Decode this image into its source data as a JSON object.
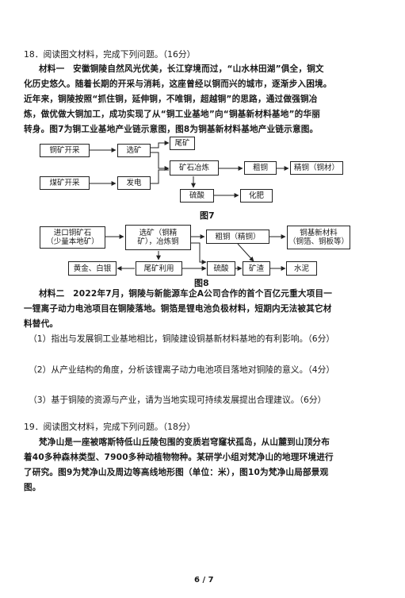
{
  "q18": {
    "heading": "18．阅读图文材料，完成下列问题。（16分）",
    "m1": [
      "材料一　安徽铜陵自然风光优美，长江穿境而过，“山水林田湖”俱全，铜文",
      "化历史悠久。随着长期的开采与消耗，这座曾经以铜而兴的城市，逐渐步入困境。",
      "近年来，铜陵按照“抓住铜，延伸铜，不唯铜，超越铜”的思路，通过做强铜冶",
      "炼，做优做大铜加工，成功实现了从“铜工业基地”向“铜基新材料基地”的华丽",
      "转身。图7为铜工业基地产业链示意图，图8为铜基新材料基地产业链示意图。"
    ],
    "fig7": {
      "label": "图7",
      "b1": "铜矿开采",
      "b2": "选矿",
      "b3": "尾矿",
      "b4": "煤矿开采",
      "b5": "发电",
      "b6": "矿石冶炼",
      "b7": "粗铜",
      "b8": "精铜（铜材）",
      "b9": "硫酸",
      "b10": "化肥"
    },
    "fig8": {
      "label": "图8",
      "c1a": "进口铜矿石",
      "c1b": "（少量本地矿）",
      "c2a": "选矿（铜精",
      "c2b": "矿），冶炼铜",
      "c3": "粗铜（精铜）",
      "c4a": "铜基新材料",
      "c4b": "（铜箔、铜板等）",
      "c5": "黄金、白银",
      "c6": "尾矿利用",
      "c7": "硫酸",
      "c8": "矿渣",
      "c9": "水泥"
    },
    "m2": [
      "材料二　2022年7月，铜陵与新能源车企A公司合作的首个百亿元重大项目一",
      "一锂离子动力电池项目在铜陵落地。铜箔是锂电池负极材料，短期内无法被其它材",
      "料替代。"
    ],
    "questions": [
      "（1）指出与发展铜工业基地相比，铜陵建设铜基新材料基地的有利影响。（6分）",
      "（2）从产业结构的角度，分析该锂离子动力电池项目落地对铜陵的意义。（4分）",
      "（3）基于铜陵的资源与产业，请为当地实现可持续发展提出合理建议。（6分）"
    ]
  },
  "q19": {
    "heading": "19．阅读图文材料，完成下列问题。（18分）",
    "lines": [
      "梵净山是一座被喀斯特低山丘陵包围的变质岩穹窿状孤岛，从山麓到山顶分布",
      "着40多种森林类型、7900多种动植物物种。某研学小组对梵净山的地理环境进行",
      "了研究。图9为梵净山及周边等高线地形图（单位：米），图10为梵净山局部景观",
      "图。"
    ]
  },
  "page_number": "6 / 7"
}
